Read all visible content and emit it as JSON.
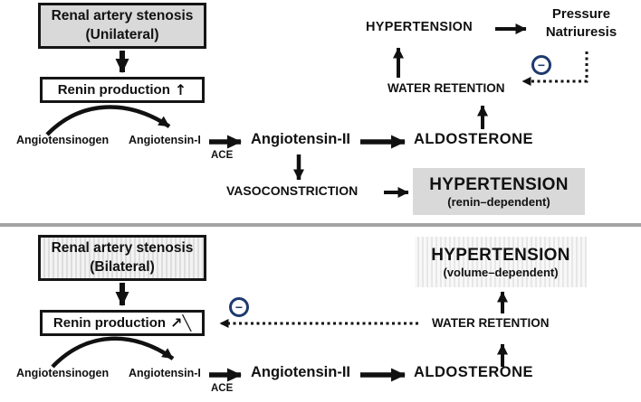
{
  "top": {
    "stenosis": {
      "line1": "Renal artery stenosis",
      "line2": "(Unilateral)"
    },
    "renin": {
      "label": "Renin production",
      "symbol": "↑"
    },
    "angiotensinogen": "Angiotensinogen",
    "angiotensin_i": "Angiotensin-I",
    "ace": "ACE",
    "angiotensin_ii": "Angiotensin-II",
    "aldosterone": "ALDOSTERONE",
    "water_retention": "WATER RETENTION",
    "hypertension": "HYPERTENSION",
    "pressure_natriuresis": {
      "line1": "Pressure",
      "line2": "Natriuresis"
    },
    "vasoconstriction": "VASOCONSTRICTION",
    "outcome": {
      "line1": "HYPERTENSION",
      "line2": "(renin–dependent)"
    },
    "minus": "−"
  },
  "bottom": {
    "stenosis": {
      "line1": "Renal artery stenosis",
      "line2": "(Bilateral)"
    },
    "renin": {
      "label": "Renin production",
      "symbol": "↗╲"
    },
    "angiotensinogen": "Angiotensinogen",
    "angiotensin_i": "Angiotensin-I",
    "ace": "ACE",
    "angiotensin_ii": "Angiotensin-II",
    "aldosterone": "ALDOSTERONE",
    "water_retention": "WATER RETENTION",
    "outcome": {
      "line1": "HYPERTENSION",
      "line2": "(volume–dependent)"
    },
    "minus": "−"
  },
  "colors": {
    "box_gray": "#d9d9d9",
    "minus_circle": "#1e3a6e",
    "divider": "#a3a3a3",
    "arrow": "#111111"
  }
}
